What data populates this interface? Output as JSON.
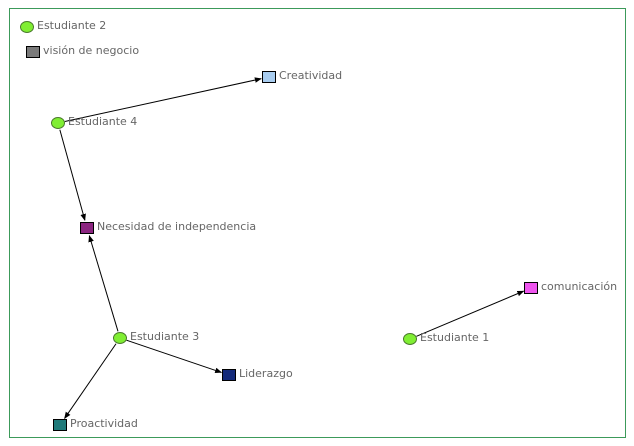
{
  "colors": {
    "frame": "#3c9a5a",
    "student": "#80ee33",
    "student_stroke": "#4a7a2c",
    "edge": "#000000",
    "label": "#666666"
  },
  "nodes": [
    {
      "id": "e2",
      "kind": "student",
      "label": "Estudiante 2"
    },
    {
      "id": "vn",
      "kind": "attribute",
      "label": "visión de negocio",
      "color": "#7a7a7a"
    },
    {
      "id": "cr",
      "kind": "attribute",
      "label": "Creatividad",
      "color": "#a9cdf0"
    },
    {
      "id": "e4",
      "kind": "student",
      "label": "Estudiante 4"
    },
    {
      "id": "ni",
      "kind": "attribute",
      "label": "Necesidad de independencia",
      "color": "#8b2580"
    },
    {
      "id": "co",
      "kind": "attribute",
      "label": "comunicación",
      "color": "#ee55ee"
    },
    {
      "id": "e3",
      "kind": "student",
      "label": "Estudiante 3"
    },
    {
      "id": "e1",
      "kind": "student",
      "label": "Estudiante 1"
    },
    {
      "id": "li",
      "kind": "attribute",
      "label": "Liderazgo",
      "color": "#142a7a"
    },
    {
      "id": "pr",
      "kind": "attribute",
      "label": "Proactividad",
      "color": "#1f7a7a"
    }
  ],
  "edges": [
    {
      "from": "e4",
      "to": "cr"
    },
    {
      "from": "e4",
      "to": "ni"
    },
    {
      "from": "e3",
      "to": "ni"
    },
    {
      "from": "e3",
      "to": "li"
    },
    {
      "from": "e3",
      "to": "pr"
    },
    {
      "from": "e1",
      "to": "co"
    }
  ]
}
